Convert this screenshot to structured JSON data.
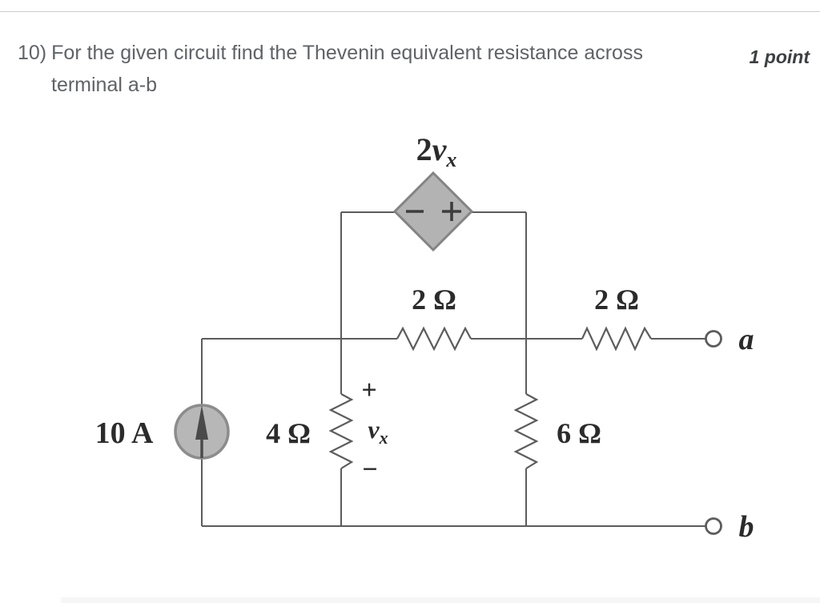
{
  "header": {
    "question_number": "10)",
    "question_line1": "For the given circuit find the Thevenin equivalent resistance across",
    "question_line2": "terminal a-b",
    "points_label": "1 point"
  },
  "circuit": {
    "dependent_source": {
      "coefficient": "2",
      "variable": "v",
      "subscript": "x",
      "minus_sign": "−",
      "plus_sign": "+"
    },
    "current_source": {
      "label": "10 A"
    },
    "resistors": {
      "top_left": "2 Ω",
      "top_right": "2 Ω",
      "middle": "4 Ω",
      "right": "6 Ω"
    },
    "vx_marking": {
      "plus": "+",
      "variable": "v",
      "subscript": "x",
      "minus": "−"
    },
    "terminals": {
      "a": "a",
      "b": "b"
    }
  },
  "colors": {
    "wire": "#5c5c5c",
    "component_fill": "#b3b3b3",
    "component_border": "#848484",
    "label_text": "#2b2b2b",
    "question_text": "#5f6368",
    "points_text": "#3c4043",
    "divider": "#cccccc"
  }
}
